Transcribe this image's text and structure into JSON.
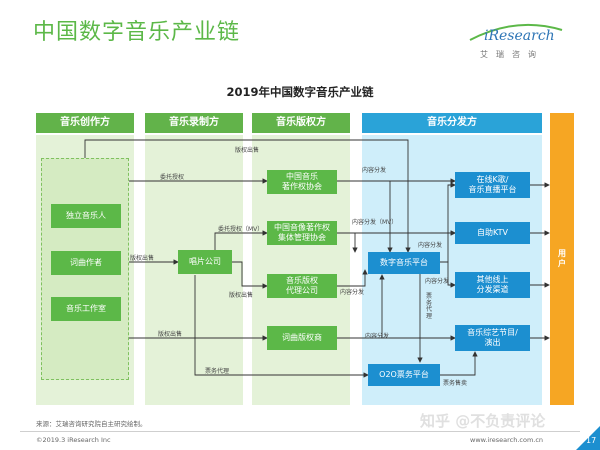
{
  "page_title": "中国数字音乐产业链",
  "logo": {
    "brand": "iResearch",
    "cn": "艾瑞咨询"
  },
  "diagram_title": "2019年中国数字音乐产业链",
  "columns": {
    "creation": "音乐创作方",
    "recording": "音乐录制方",
    "copyright": "音乐版权方",
    "distribution": "音乐分发方"
  },
  "boxes": {
    "indie": "独立音乐人",
    "lyricist": "词曲作者",
    "studio": "音乐工作室",
    "label": "唱片公司",
    "mcsc": [
      "中国音乐",
      "著作权协会"
    ],
    "cavca": [
      "中国音像著作权",
      "集体管理协会"
    ],
    "agent": [
      "音乐版权",
      "代理公司"
    ],
    "publisher": "词曲版权商",
    "platform": "数字音乐平台",
    "o2o": "O2O票务平台",
    "karaoke": [
      "在线K歌/",
      "音乐直播平台"
    ],
    "ktv": "自助KTV",
    "offline": [
      "其他线上",
      "分发渠道"
    ],
    "variety": [
      "音乐综艺节目/",
      "演出"
    ],
    "user": [
      "用",
      "户"
    ]
  },
  "flow_labels": {
    "copyright_sale_top": "版权出售",
    "entrust": "委托授权",
    "content_dist_1": "内容分发",
    "entrust_mv": "委托授权（MV）",
    "content_dist_mv": "内容分发（MV）",
    "content_dist_2": "内容分发",
    "copyright_sale_left": "版权出售",
    "copyright_sale_mid": "版权出售",
    "content_dist_3": "内容分发",
    "content_dist_4": "内容分发",
    "content_dist_5": "内容分发",
    "copyright_sale_low": "版权出售",
    "ticket_agent": "票务代理",
    "ticket_agent_v": [
      "票",
      "务",
      "代",
      "理"
    ],
    "ticket_sale": "票务售卖"
  },
  "source": "来源：艾瑞咨询研究院自主研究绘制。",
  "copyright_line": "©2019.3 iResearch Inc",
  "site": "www.iresearch.com.cn",
  "page_number": "17",
  "watermark": "知乎 @不负责评论",
  "colors": {
    "green_title": "#5cb848",
    "green_header": "#62b34a",
    "green_box": "#5cb848",
    "light_green": "#d9eecb",
    "blue_header": "#2aa3d8",
    "blue_box": "#1c8fd0",
    "light_blue": "#7fd4f0",
    "orange": "#f6a623"
  }
}
